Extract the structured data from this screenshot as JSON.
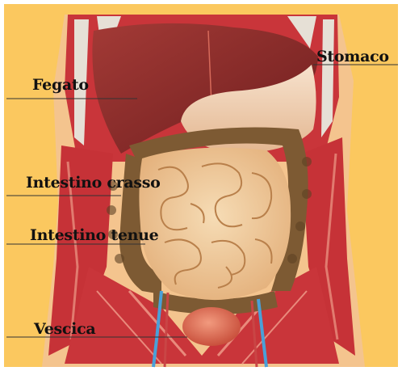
{
  "labels": {
    "stomaco": "Stomaco",
    "fegato": "Fegato",
    "intestino_crasso": "Intestino crasso",
    "intestino_tenue": "Intestino tenue",
    "vescica": "Vescica"
  },
  "colors": {
    "background": "#fbc85f",
    "skin": "#f4c48e",
    "muscle": "#c9353a",
    "liver": "#8e2a2a",
    "stomach": "#f2d3b9",
    "large_intestine": "#7d5a33",
    "small_intestine": "#efc99b",
    "bladder": "#e0705a",
    "vessel_blue": "#4aa0d8",
    "leader_line": "#333333"
  }
}
